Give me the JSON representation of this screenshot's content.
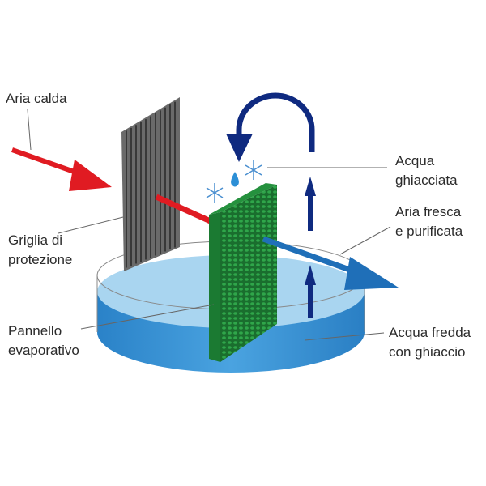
{
  "title": "Evaporative cooling diagram",
  "labels": {
    "aria_calda": "Aria calda",
    "griglia_1": "Griglia di",
    "griglia_2": "protezione",
    "pannello_1": "Pannello",
    "pannello_2": "evaporativo",
    "acqua_ghiacciata_1": "Acqua",
    "acqua_ghiacciata_2": "ghiacciata",
    "aria_fresca_1": "Aria fresca",
    "aria_fresca_2": "e purificata",
    "acqua_fredda_1": "Acqua fredda",
    "acqua_fredda_2": "con ghiaccio"
  },
  "colors": {
    "hot_air": "#e01b22",
    "cool_air": "#1f6fb8",
    "water_flow": "#0f2a80",
    "panel": "#1d7a35",
    "grid": "#5a5a5a",
    "water": "#5aa8dc"
  }
}
